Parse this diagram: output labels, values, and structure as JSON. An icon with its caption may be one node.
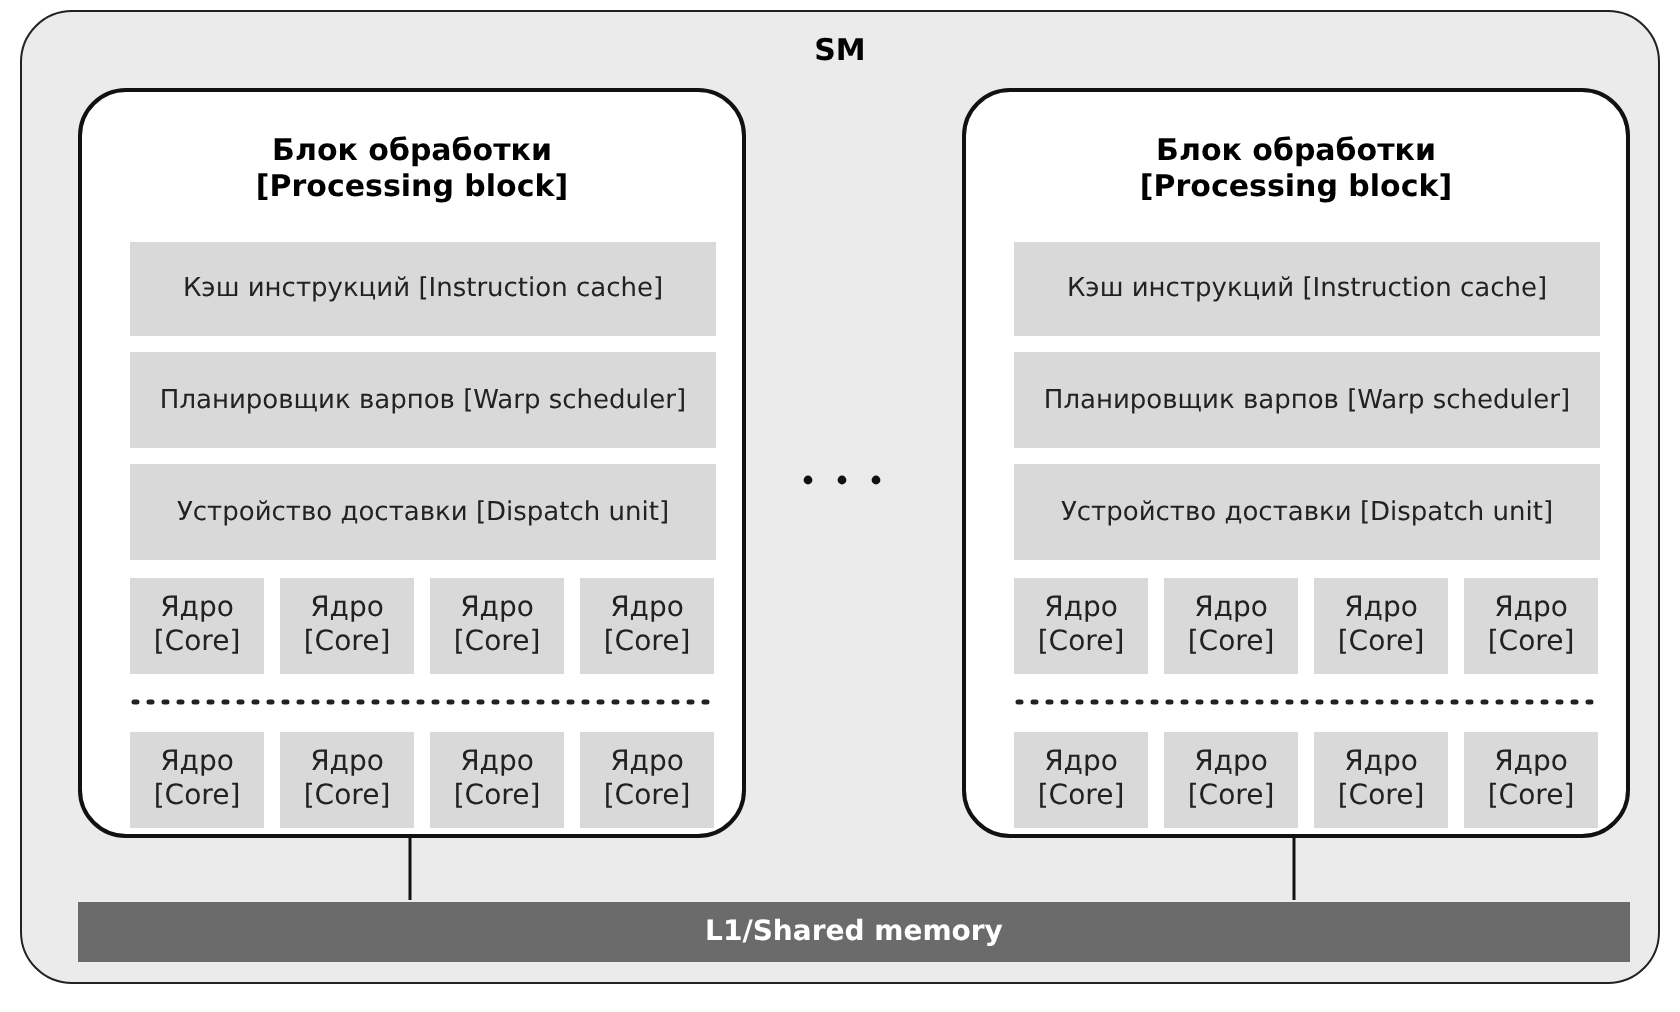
{
  "diagram": {
    "nodes": [
      {
        "text": [
          "SM"
        ]
      },
      {
        "text": [
          "Блок обработки [Processing block]"
        ],
        "in": 0
      },
      {
        "text": [
          "Кэш инструкций [Instruction cache]"
        ],
        "in": 1
      },
      {
        "text": [
          "Планировщик варпов [Warp scheduler]"
        ],
        "in": 1
      },
      {
        "text": [
          "Устройство доставки [Dispatch unit]"
        ],
        "in": 1
      },
      {
        "text": [
          "Ядро [Core]"
        ],
        "in": 1
      },
      {
        "text": [
          "Ядро [Core]"
        ],
        "in": 1
      },
      {
        "text": [
          "Ядро [Core]"
        ],
        "in": 1
      },
      {
        "text": [
          "Ядро [Core]"
        ],
        "in": 1
      },
      {
        "text": [
          "Ядро [Core]"
        ],
        "in": 1
      },
      {
        "text": [
          "Ядро [Core]"
        ],
        "in": 1
      },
      {
        "text": [
          "Ядро [Core]"
        ],
        "in": 1
      },
      {
        "text": [
          "Ядро [Core]"
        ],
        "in": 1
      },
      {
        "text": [
          "Блок обработки [Processing block]"
        ],
        "in": 0
      },
      {
        "text": [
          "Кэш инструкций [Instruction cache]"
        ],
        "in": 13
      },
      {
        "text": [
          "Планировщик варпов [Warp scheduler]"
        ],
        "in": 13
      },
      {
        "text": [
          "Устройство доставки [Dispatch unit]"
        ],
        "in": 13
      },
      {
        "text": [
          "Ядро [Core]"
        ],
        "in": 13
      },
      {
        "text": [
          "Ядро [Core]"
        ],
        "in": 13
      },
      {
        "text": [
          "Ядро [Core]"
        ],
        "in": 13
      },
      {
        "text": [
          "Ядро [Core]"
        ],
        "in": 13
      },
      {
        "text": [
          "Ядро [Core]"
        ],
        "in": 13
      },
      {
        "text": [
          "Ядро [Core]"
        ],
        "in": 13
      },
      {
        "text": [
          "Ядро [Core]"
        ],
        "in": 13
      },
      {
        "text": [
          "Ядро [Core]"
        ],
        "in": 13
      },
      {
        "text": [
          "L1/Shared memory"
        ],
        "in": 0
      }
    ],
    "edges": [
      {
        "from": 1,
        "to": 25,
        "arrow": "none"
      },
      {
        "from": 13,
        "to": 25,
        "arrow": "none"
      }
    ]
  }
}
